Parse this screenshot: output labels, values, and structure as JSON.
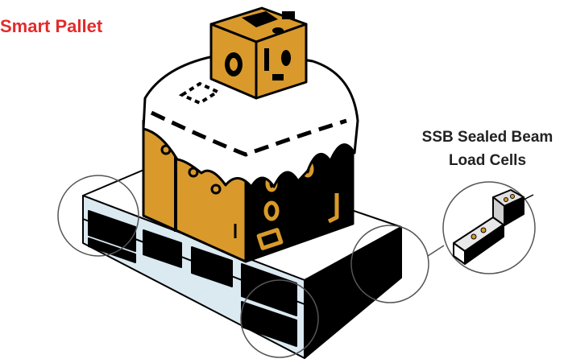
{
  "title": "Smart Pallet",
  "callout": {
    "line1": "SSB Sealed Beam",
    "line2": "Load Cells"
  },
  "colors": {
    "title": "#e32b2b",
    "cargo": "#d99a2b",
    "outline": "#000000",
    "pallet_face": "#dbe9f1",
    "cover": "#ffffff"
  },
  "parts": [
    "pallet",
    "cargo-box",
    "white-cover",
    "small-box",
    "load-cell-magnifier"
  ]
}
